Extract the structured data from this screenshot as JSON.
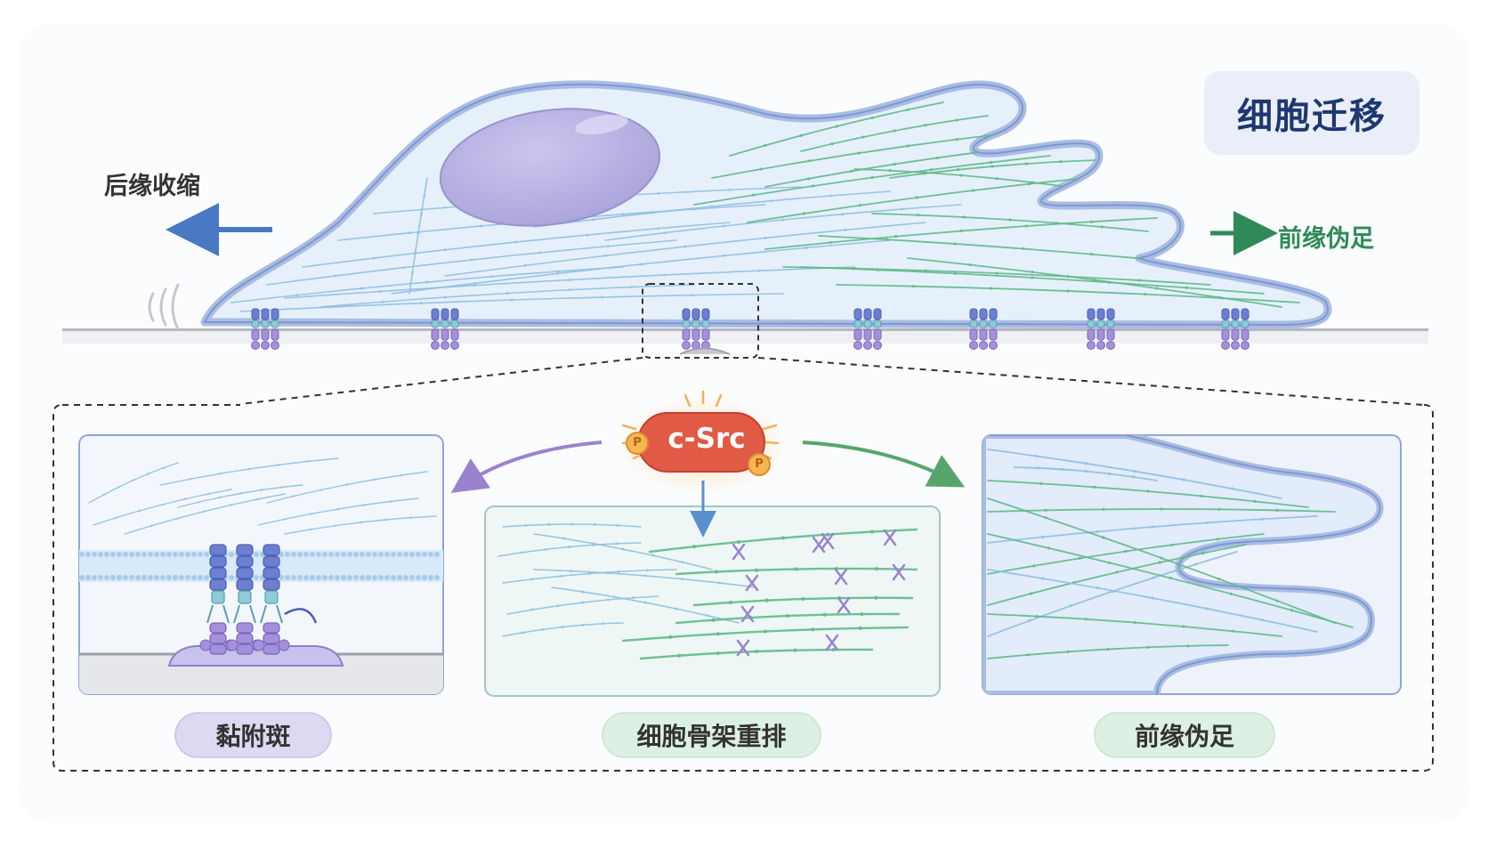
{
  "title": "细胞迁移",
  "labels": {
    "rear_contraction": "后缘收缩",
    "leading_edge": "前缘伪足",
    "kinase": "c-Src",
    "phospho": "P"
  },
  "panels": [
    {
      "id": "focal-adhesion",
      "label": "黏附斑"
    },
    {
      "id": "cytoskeleton",
      "label": "细胞骨架重排"
    },
    {
      "id": "lamellipodia",
      "label": "前缘伪足"
    }
  ],
  "colors": {
    "membrane": "#a9bde4",
    "cell_fill": "#e6f0fb",
    "nucleus": "#b9b3e0",
    "actin_blue": "#8ebfe0",
    "actin_green": "#5fb98a",
    "src": "#e05a46",
    "rear_arrow": "#4a79c4",
    "front_arrow": "#2f8a57",
    "purple_arrow": "#9b82cf",
    "green_arrow": "#58a56c",
    "title_text": "#1f3770",
    "pill_purple": "#dcd9f2",
    "pill_green": "#ddf0e4"
  }
}
